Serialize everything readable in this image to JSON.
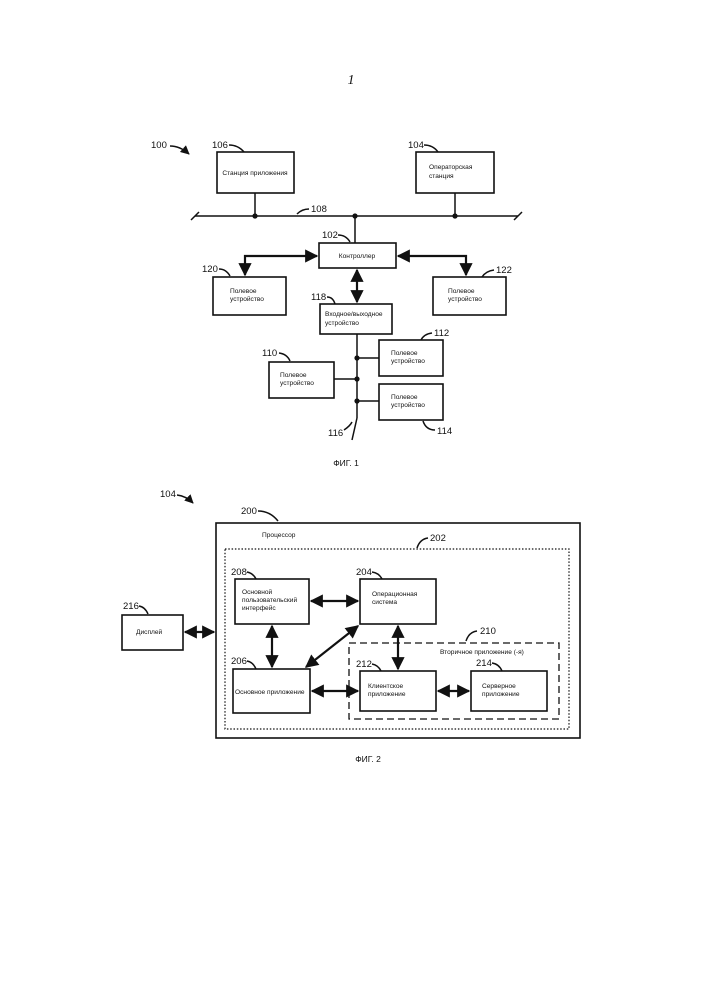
{
  "page_number": "1",
  "fig1": {
    "caption": "ФИГ. 1",
    "ref_system": "100",
    "app_station": {
      "ref": "106",
      "label": "Станция приложения"
    },
    "operator_station": {
      "ref": "104",
      "line1": "Операторская",
      "line2": "станция"
    },
    "bus_top": {
      "ref": "108"
    },
    "controller": {
      "ref": "102",
      "label": "Контроллер"
    },
    "field_device_120": {
      "ref": "120",
      "line1": "Полевое",
      "line2": "устройство"
    },
    "field_device_122": {
      "ref": "122",
      "line1": "Полевое",
      "line2": "устройство"
    },
    "io_device": {
      "ref": "118",
      "line1": "Входное/выходное",
      "line2": "устройство"
    },
    "field_device_112": {
      "ref": "112",
      "line1": "Полевое",
      "line2": "устройство"
    },
    "field_device_110": {
      "ref": "110",
      "line1": "Полевое",
      "line2": "устройство"
    },
    "field_device_114": {
      "ref": "114",
      "line1": "Полевое",
      "line2": "устройство"
    },
    "bus_bottom": {
      "ref": "116"
    }
  },
  "fig2": {
    "caption": "ФИГ. 2",
    "ref_station": "104",
    "processor": {
      "ref": "200",
      "label": "Процессор"
    },
    "memory": {
      "ref": "202"
    },
    "display": {
      "ref": "216",
      "label": "Дисплей"
    },
    "main_ui": {
      "ref": "208",
      "line1": "Основной",
      "line2": "пользовательский",
      "line3": "интерфейс"
    },
    "os": {
      "ref": "204",
      "line1": "Операционная",
      "line2": "система"
    },
    "main_app": {
      "ref": "206",
      "label": "Основное приложение"
    },
    "secondary_apps": {
      "ref": "210",
      "label": "Вторичное приложение (-я)"
    },
    "client_app": {
      "ref": "212",
      "line1": "Клиентское",
      "line2": "приложение"
    },
    "server_app": {
      "ref": "214",
      "line1": "Серверное",
      "line2": "приложение"
    }
  }
}
